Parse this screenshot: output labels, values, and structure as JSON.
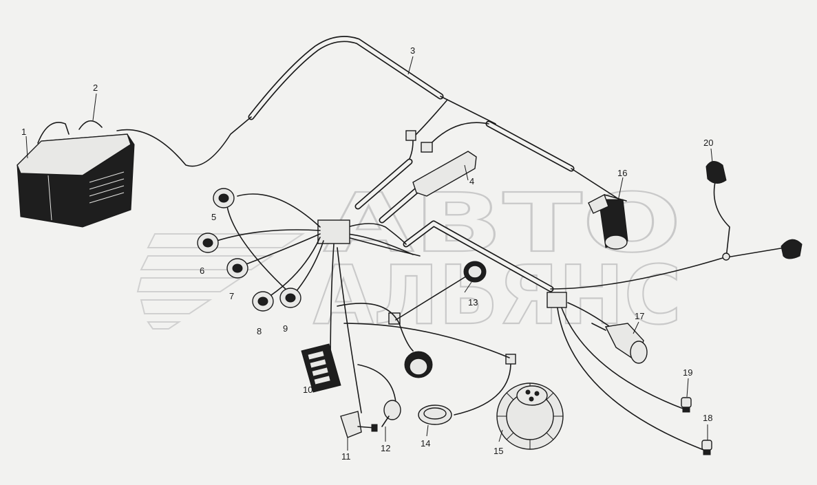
{
  "watermark": {
    "line1": "АВТО",
    "line2": "АЛЬЯНС"
  },
  "callouts": [
    {
      "id": "1",
      "label": "1"
    },
    {
      "id": "2",
      "label": "2"
    },
    {
      "id": "3",
      "label": "3"
    },
    {
      "id": "4",
      "label": "4"
    },
    {
      "id": "5",
      "label": "5"
    },
    {
      "id": "6",
      "label": "6"
    },
    {
      "id": "7",
      "label": "7"
    },
    {
      "id": "8",
      "label": "8"
    },
    {
      "id": "9",
      "label": "9"
    },
    {
      "id": "10",
      "label": "10"
    },
    {
      "id": "11",
      "label": "11"
    },
    {
      "id": "12",
      "label": "12"
    },
    {
      "id": "13",
      "label": "13"
    },
    {
      "id": "14",
      "label": "14"
    },
    {
      "id": "15",
      "label": "15"
    },
    {
      "id": "16",
      "label": "16"
    },
    {
      "id": "17",
      "label": "17"
    },
    {
      "id": "18",
      "label": "18"
    },
    {
      "id": "19",
      "label": "19"
    },
    {
      "id": "20",
      "label": "20"
    }
  ],
  "colors": {
    "ink": "#1a1a1a",
    "paper": "#f2f2f0",
    "watermark": "#c9c9c9"
  }
}
